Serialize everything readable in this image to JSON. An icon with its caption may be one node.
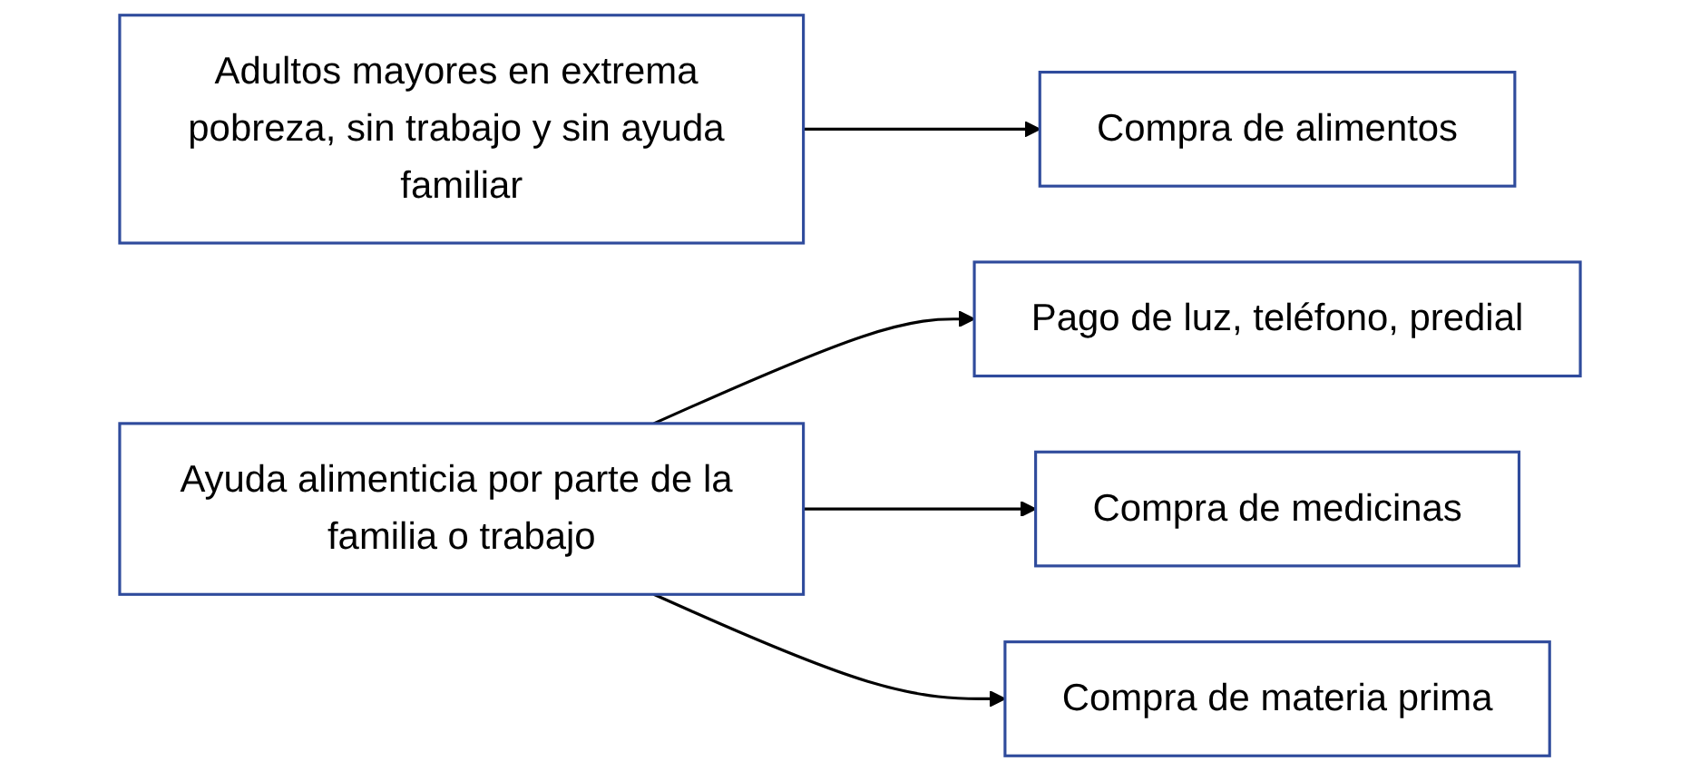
{
  "diagram": {
    "nodes": [
      {
        "text": [
          "Adultos mayores en extrema pobreza, sin trabajo y sin ayuda familiar"
        ]
      },
      {
        "text": [
          "Compra de alimentos"
        ]
      },
      {
        "text": [
          "Ayuda alimenticia por parte de la familia o trabajo"
        ]
      },
      {
        "text": [
          "Pago de luz, teléfono, predial"
        ]
      },
      {
        "text": [
          "Compra de medicinas"
        ]
      },
      {
        "text": [
          "Compra de materia prima"
        ]
      }
    ],
    "edges": [
      {
        "from": 0,
        "to": 1,
        "arrow": "to"
      },
      {
        "from": 2,
        "to": 3,
        "arrow": "to"
      },
      {
        "from": 2,
        "to": 4,
        "arrow": "to"
      },
      {
        "from": 2,
        "to": 5,
        "arrow": "to"
      }
    ]
  }
}
